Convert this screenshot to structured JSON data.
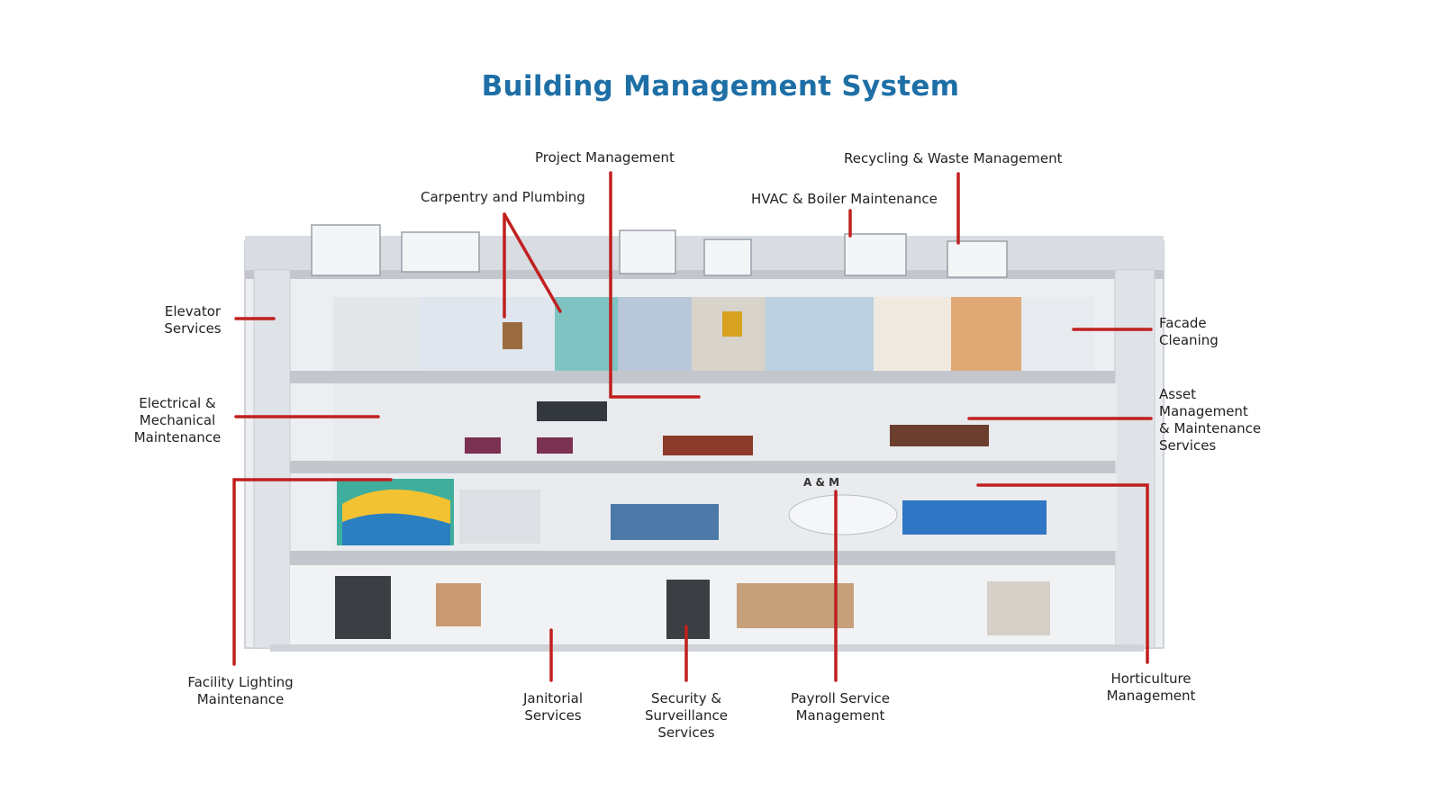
{
  "title": "Building Management System",
  "colors": {
    "title": "#1e6fa6",
    "leader_line": "#c0201f",
    "building_frame": "#d8dbe0",
    "floor_slab": "#c3c7cd"
  },
  "brand_sign": "A & M",
  "labels": {
    "project_management": "Project Management",
    "recycling": "Recycling & Waste Management",
    "carpentry": "Carpentry and Plumbing",
    "hvac": "HVAC & Boiler Maintenance",
    "elevator": [
      "Elevator",
      "Services"
    ],
    "facade": [
      "Facade",
      "Cleaning"
    ],
    "electrical": [
      "Electrical &",
      "Mechanical",
      "Maintenance"
    ],
    "asset": [
      "Asset",
      "Management",
      "& Maintenance",
      "Services"
    ],
    "lighting": [
      "Facility Lighting",
      "Maintenance"
    ],
    "janitorial": [
      "Janitorial",
      "Services"
    ],
    "security": [
      "Security &",
      "Surveillance",
      "Services"
    ],
    "payroll": [
      "Payroll Service",
      "Management"
    ],
    "horticulture": [
      "Horticulture",
      "Management"
    ]
  }
}
